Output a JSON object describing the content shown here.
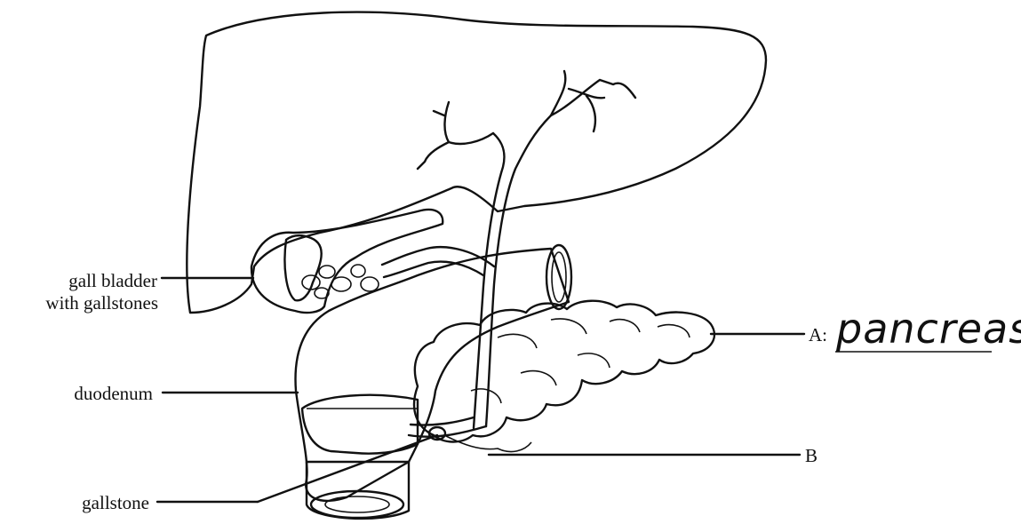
{
  "labels": {
    "gall_bladder_line1": "gall bladder",
    "gall_bladder_line2": "with gallstones",
    "duodenum": "duodenum",
    "gallstone": "gallstone",
    "a_prefix": "A:",
    "a_answer": "pancreas",
    "b": "B"
  },
  "colors": {
    "ink": "#111111",
    "liver_stipple": "#9a9a9a",
    "pancreas_fill": "#7d7d7d",
    "background": "#ffffff"
  }
}
